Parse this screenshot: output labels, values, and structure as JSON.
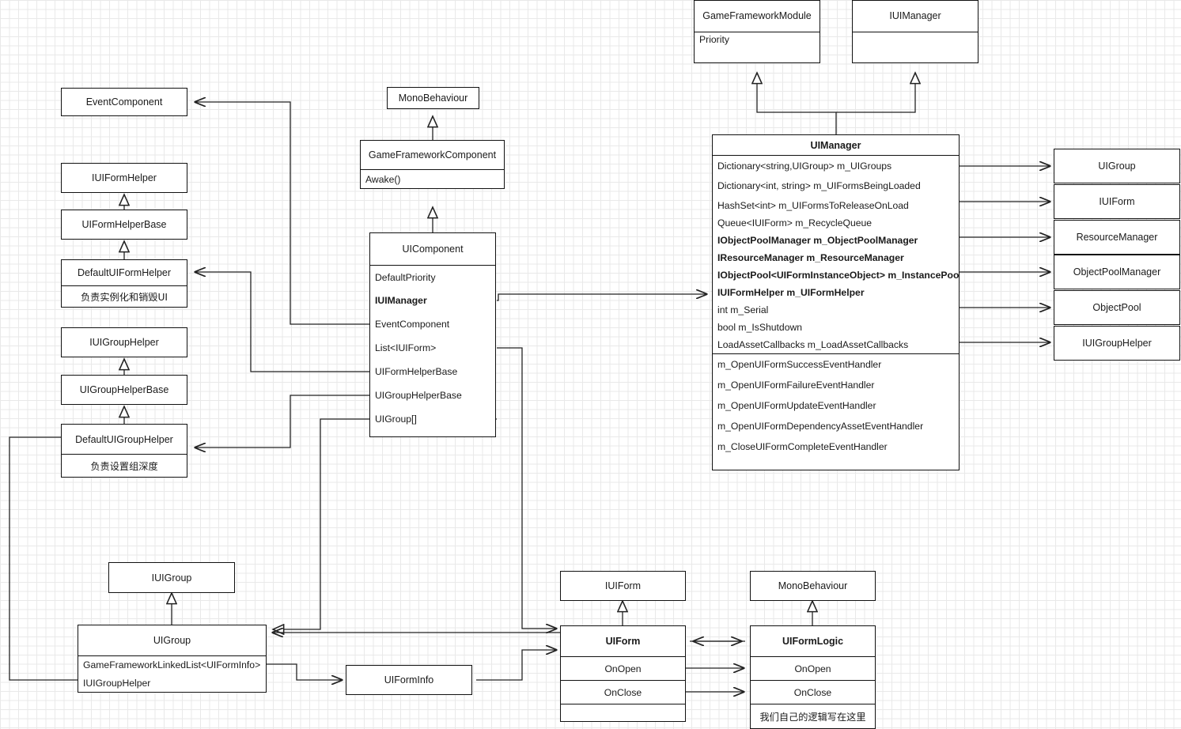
{
  "diagram": {
    "title": "UI Framework Class Diagram",
    "style": {
      "background": "#ffffff",
      "grid_minor": "#e9e9e9",
      "grid_major": "#d8d8d8",
      "stroke": "#111111",
      "text": "#1a1a1a"
    }
  },
  "nodes": {
    "game_framework_module": {
      "title": "GameFrameworkModule",
      "rows": [
        "Priority",
        ""
      ]
    },
    "iui_manager_top": {
      "title": "IUIManager",
      "rows": [
        "",
        ""
      ]
    },
    "event_component": {
      "title": "EventComponent",
      "rows": []
    },
    "iui_form_helper": {
      "title": "IUIFormHelper",
      "rows": []
    },
    "ui_form_helper_base": {
      "title": "UIFormHelperBase",
      "rows": []
    },
    "default_ui_form_helper": {
      "title": "DefaultUIFormHelper",
      "rows": [
        "负责实例化和销毁UI"
      ]
    },
    "iui_group_helper_left": {
      "title": "IUIGroupHelper",
      "rows": []
    },
    "ui_group_helper_base": {
      "title": "UIGroupHelperBase",
      "rows": []
    },
    "default_ui_group_helper": {
      "title": "DefaultUIGroupHelper",
      "rows": [
        "负责设置组深度"
      ]
    },
    "mono_behaviour_top": {
      "title": "MonoBehaviour",
      "rows": []
    },
    "game_framework_component": {
      "title": "GameFrameworkComponent",
      "rows": [
        "Awake()"
      ]
    },
    "ui_component": {
      "title": "UIComponent",
      "rows": [
        "DefaultPriority",
        "IUIManager",
        "EventComponent",
        "List<IUIForm>",
        "UIFormHelperBase",
        "UIGroupHelperBase",
        "UIGroup[]"
      ],
      "bold_rows": [
        1
      ]
    },
    "ui_manager": {
      "title": "UIManager",
      "fields": [
        "Dictionary<string,UIGroup> m_UIGroups",
        "Dictionary<int, string> m_UIFormsBeingLoaded",
        "HashSet<int> m_UIFormsToReleaseOnLoad",
        "Queue<IUIForm> m_RecycleQueue",
        "IObjectPoolManager m_ObjectPoolManager",
        "IResourceManager m_ResourceManager",
        "IObjectPool<UIFormInstanceObject> m_InstancePoo",
        "IUIFormHelper m_UIFormHelper",
        "int m_Serial",
        "bool m_IsShutdown",
        "LoadAssetCallbacks m_LoadAssetCallbacks"
      ],
      "bold_fields": [
        4,
        5,
        6,
        7
      ],
      "events": [
        "m_OpenUIFormSuccessEventHandler",
        "m_OpenUIFormFailureEventHandler",
        "m_OpenUIFormUpdateEventHandler",
        "m_OpenUIFormDependencyAssetEventHandler",
        "m_CloseUIFormCompleteEventHandler"
      ]
    },
    "r_ui_group": {
      "title": "UIGroup",
      "rows": []
    },
    "r_iui_form": {
      "title": "IUIForm",
      "rows": []
    },
    "r_resource_manager": {
      "title": "ResourceManager",
      "rows": []
    },
    "r_object_pool_manager": {
      "title": "ObjectPoolManager",
      "rows": []
    },
    "r_object_pool": {
      "title": "ObjectPool",
      "rows": []
    },
    "r_iui_group_helper": {
      "title": "IUIGroupHelper",
      "rows": []
    },
    "iui_group_bottom": {
      "title": "IUIGroup",
      "rows": []
    },
    "ui_group_bottom": {
      "title": "UIGroup",
      "rows": [
        "GameFrameworkLinkedList<UIFormInfo>",
        "IUIGroupHelper"
      ]
    },
    "ui_form_info": {
      "title": "UIFormInfo",
      "rows": []
    },
    "iui_form_bottom": {
      "title": "IUIForm",
      "rows": []
    },
    "ui_form": {
      "title": "UIForm",
      "rows": [
        "OnOpen",
        "OnClose",
        ""
      ]
    },
    "mono_behaviour_bottom": {
      "title": "MonoBehaviour",
      "rows": []
    },
    "ui_form_logic": {
      "title": "UIFormLogic",
      "rows": [
        "OnOpen",
        "OnClose",
        "我们自己的逻辑写在这里"
      ]
    }
  }
}
